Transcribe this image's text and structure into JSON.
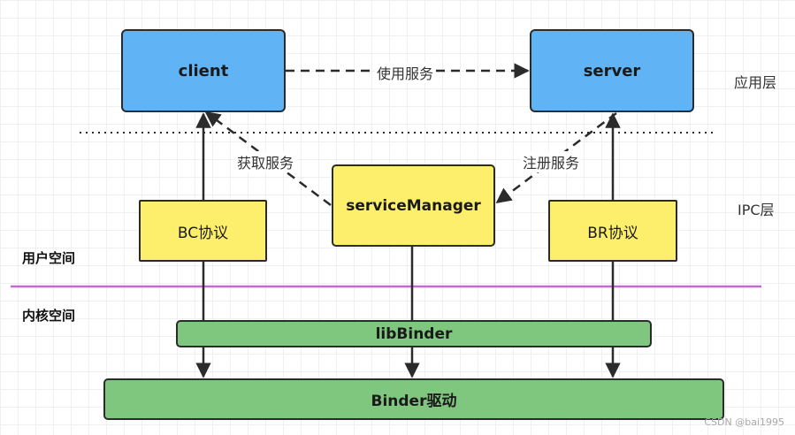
{
  "nodes": {
    "client": "client",
    "server": "server",
    "service_manager": "serviceManager",
    "bc_protocol": "BC协议",
    "br_protocol": "BR协议",
    "lib_binder": "libBinder",
    "binder_driver": "Binder驱动"
  },
  "edges": {
    "use_service": "使用服务",
    "get_service": "获取服务",
    "register_service": "注册服务"
  },
  "layers": {
    "application": "应用层",
    "ipc": "IPC层"
  },
  "zones": {
    "user_space": "用户空间",
    "kernel_space": "内核空间"
  },
  "watermark": "CSDN @bai1995",
  "colors": {
    "app_node": "#60b3f5",
    "ipc_node": "#fdee6c",
    "kernel_node": "#7fc67e",
    "space_divider": "#c768d8"
  }
}
